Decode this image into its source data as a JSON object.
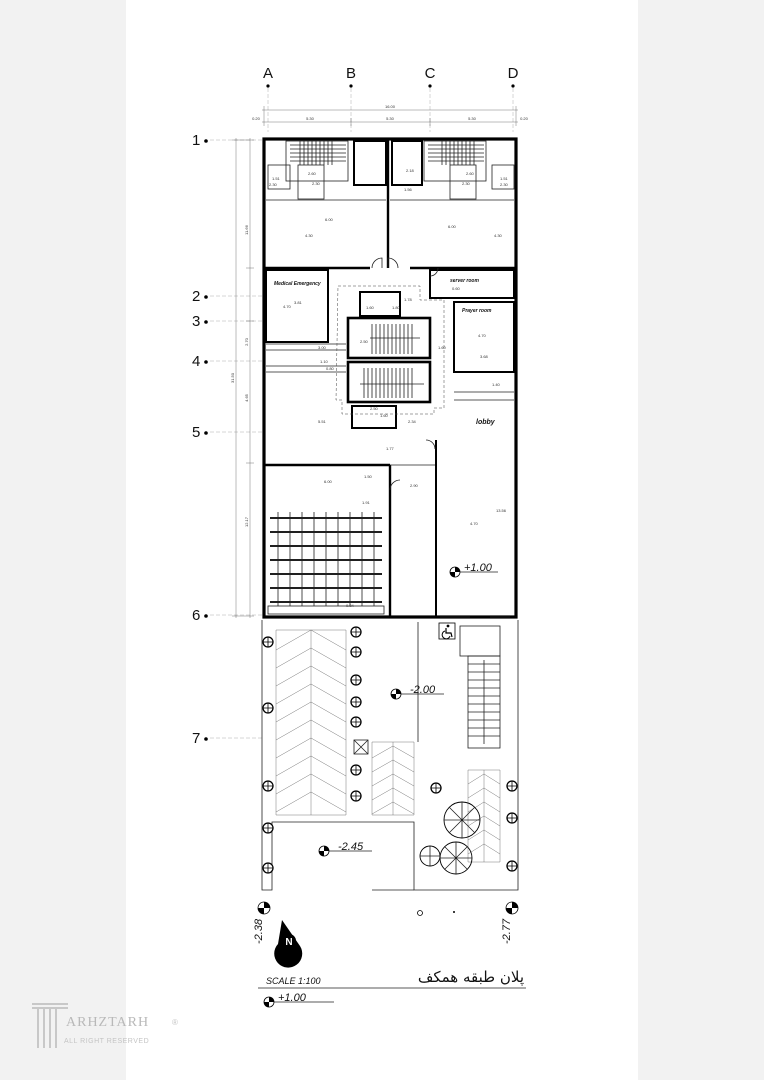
{
  "axes": {
    "columns": [
      "A",
      "B",
      "C",
      "D"
    ],
    "rows": [
      "1",
      "2",
      "3",
      "4",
      "5",
      "6",
      "7"
    ]
  },
  "dims": {
    "overall_width": "16.00",
    "spans": [
      "5.30",
      "5.30",
      "5.30"
    ],
    "edge_left": "0.20",
    "edge_right": "0.20",
    "overall_depth": "31.50",
    "left_chain": [
      "11.66",
      "2.70",
      "4.65",
      "12.17"
    ]
  },
  "rooms": {
    "medical": "Medical Emergency",
    "server": "server room",
    "prayer": "Prayer room",
    "lobby": "lobby"
  },
  "inner_dims": [
    "2.60",
    "1.51",
    "2.30",
    "2.30",
    "2.18",
    "1.56",
    "2.60",
    "2.30",
    "1.51",
    "2.30",
    "6.00",
    "4.30",
    "6.00",
    "4.30",
    "4.70",
    "3.81",
    "1.60",
    "1.80",
    "0.60",
    "4.70",
    "3.68",
    "1.40",
    "2.50",
    "1.60",
    "1.78",
    "3.00",
    "1.10",
    "0.80",
    "5.51",
    "2.50",
    "1.60",
    "2.34",
    "1.77",
    "6.00",
    "1.50",
    "1.91",
    "2.90",
    "4.70",
    "13.56",
    "0.84"
  ],
  "levels": {
    "floor": "+1.00",
    "yard": "-2.00",
    "lower_yard": "-2.45",
    "left_corner": "-2.38",
    "right_corner": "-2.77",
    "legend": "+1.00"
  },
  "title": {
    "scale": "SCALE 1:100",
    "name_fa": "پلان طبقه همکف"
  },
  "watermark": {
    "brand": "ARHZTARH",
    "rights": "ALL RIGHT RESERVED",
    "reg": "®"
  },
  "icons": [
    "north-arrow-icon",
    "wheelchair-icon",
    "level-marker-icon",
    "tree-icon",
    "elevator-icon"
  ]
}
